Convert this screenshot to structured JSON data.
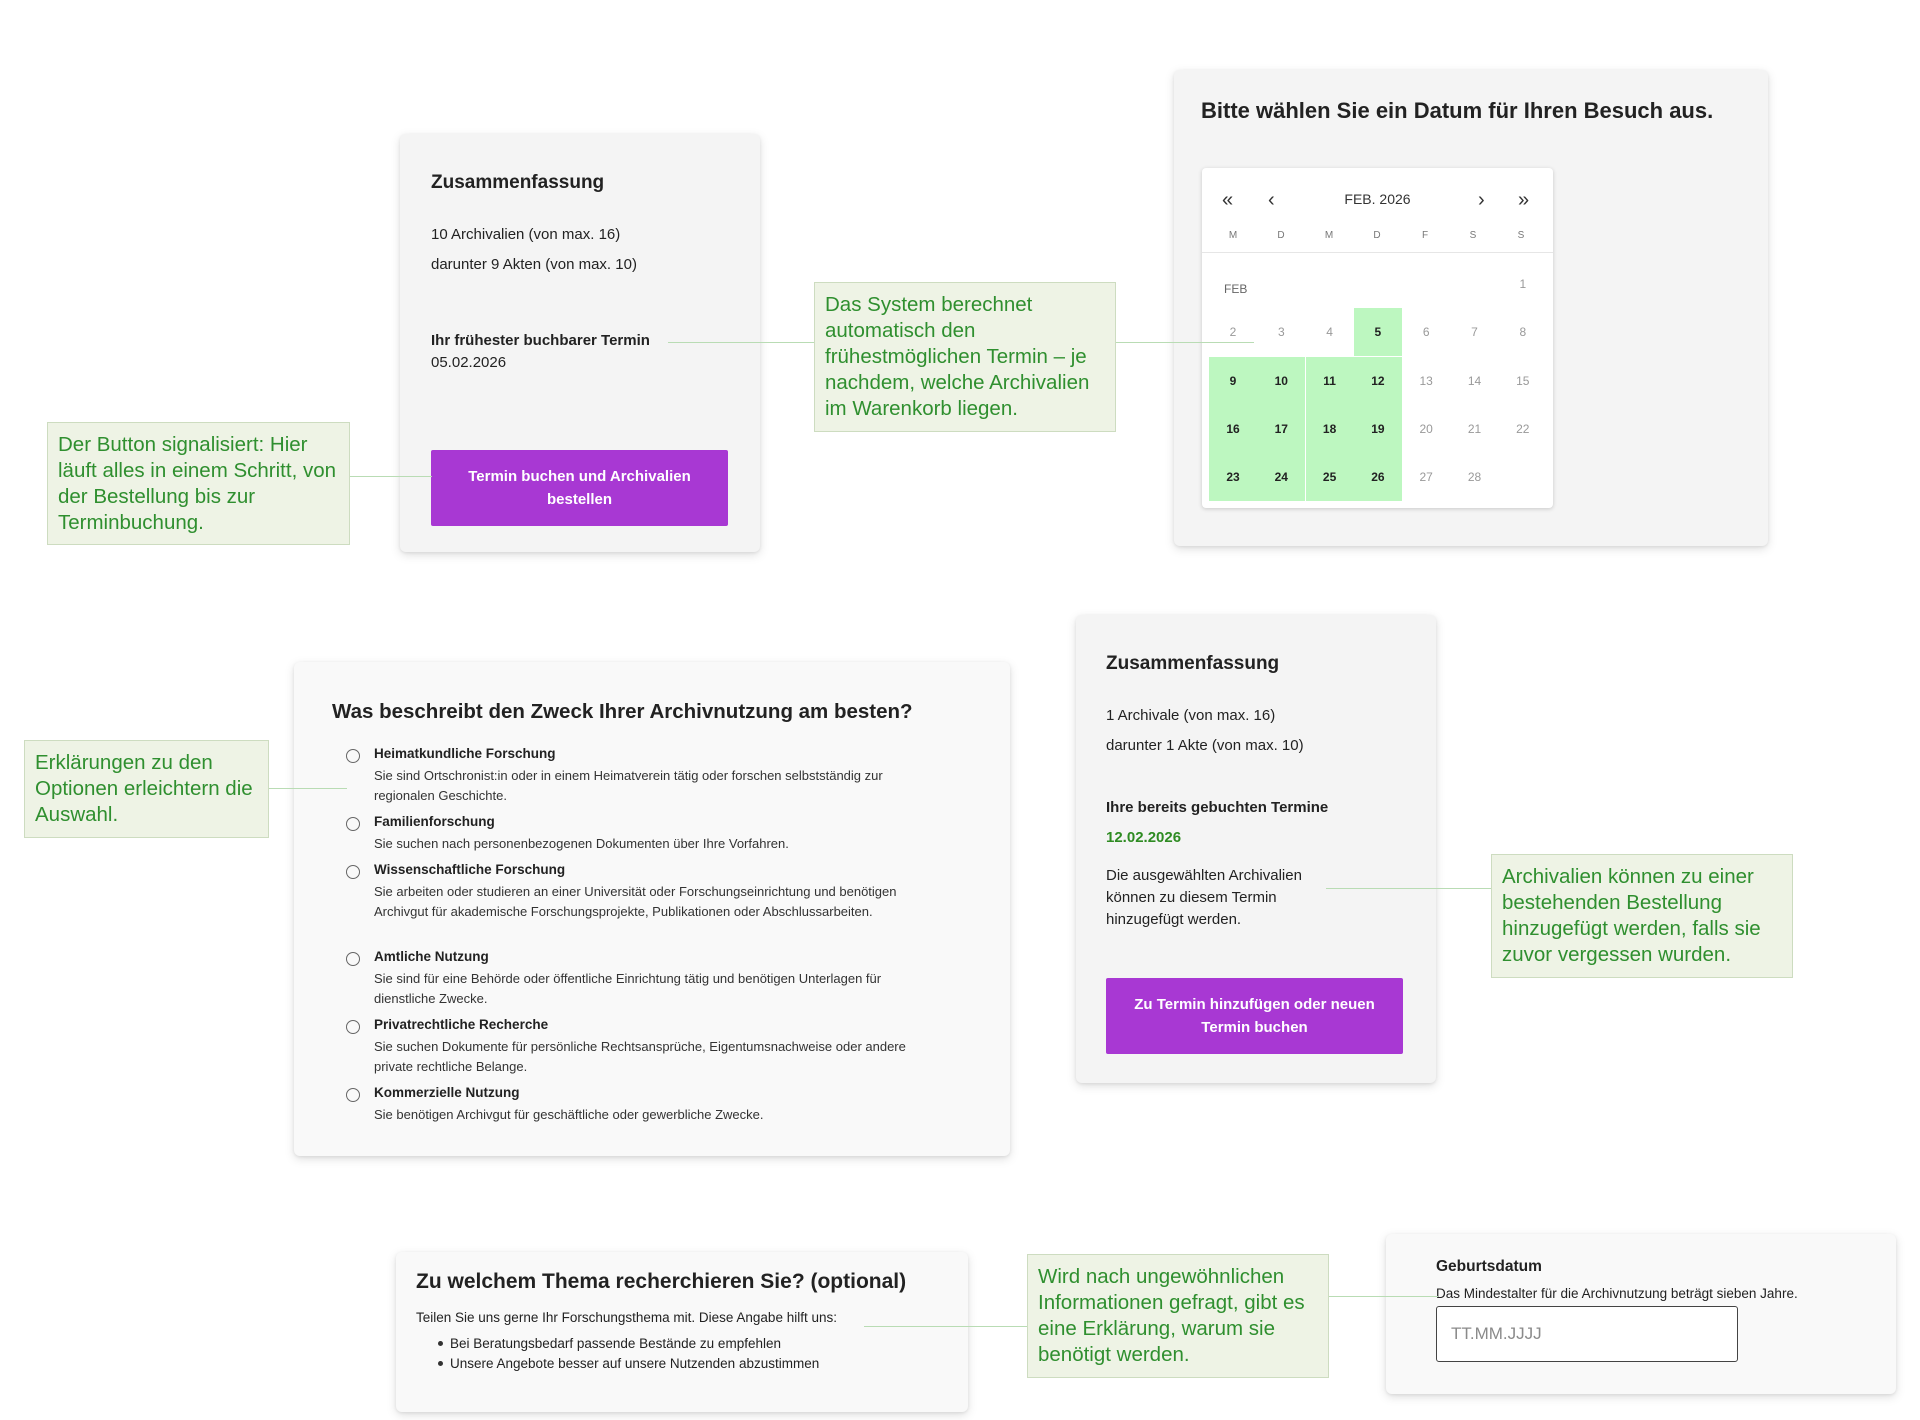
{
  "summary1": {
    "title": "Zusammenfassung",
    "line1": "10 Archivalien (von max. 16)",
    "line2": "darunter 9 Akten (von max. 10)",
    "earliest_label": "Ihr frühester buchbarer Termin",
    "earliest_date": "05.02.2026",
    "button": "Termin buchen und Archivalien bestellen"
  },
  "calendar_card": {
    "title": "Bitte wählen Sie ein Datum für Ihren Besuch aus.",
    "nav": {
      "prev_year": "«",
      "prev": "‹",
      "next": "›",
      "next_year": "»"
    },
    "month_label": "FEB. 2026",
    "weekdays": [
      "M",
      "D",
      "M",
      "D",
      "F",
      "S",
      "S"
    ],
    "month_short": "FEB",
    "days": [
      {
        "n": "1",
        "row": 0,
        "col": 6,
        "avail": false
      },
      {
        "n": "2",
        "row": 1,
        "col": 0,
        "avail": false
      },
      {
        "n": "3",
        "row": 1,
        "col": 1,
        "avail": false
      },
      {
        "n": "4",
        "row": 1,
        "col": 2,
        "avail": false
      },
      {
        "n": "5",
        "row": 1,
        "col": 3,
        "avail": true
      },
      {
        "n": "6",
        "row": 1,
        "col": 4,
        "avail": false
      },
      {
        "n": "7",
        "row": 1,
        "col": 5,
        "avail": false
      },
      {
        "n": "8",
        "row": 1,
        "col": 6,
        "avail": false
      },
      {
        "n": "9",
        "row": 2,
        "col": 0,
        "avail": true
      },
      {
        "n": "10",
        "row": 2,
        "col": 1,
        "avail": true
      },
      {
        "n": "11",
        "row": 2,
        "col": 2,
        "avail": true
      },
      {
        "n": "12",
        "row": 2,
        "col": 3,
        "avail": true
      },
      {
        "n": "13",
        "row": 2,
        "col": 4,
        "avail": false
      },
      {
        "n": "14",
        "row": 2,
        "col": 5,
        "avail": false
      },
      {
        "n": "15",
        "row": 2,
        "col": 6,
        "avail": false
      },
      {
        "n": "16",
        "row": 3,
        "col": 0,
        "avail": true
      },
      {
        "n": "17",
        "row": 3,
        "col": 1,
        "avail": true
      },
      {
        "n": "18",
        "row": 3,
        "col": 2,
        "avail": true
      },
      {
        "n": "19",
        "row": 3,
        "col": 3,
        "avail": true
      },
      {
        "n": "20",
        "row": 3,
        "col": 4,
        "avail": false
      },
      {
        "n": "21",
        "row": 3,
        "col": 5,
        "avail": false
      },
      {
        "n": "22",
        "row": 3,
        "col": 6,
        "avail": false
      },
      {
        "n": "23",
        "row": 4,
        "col": 0,
        "avail": true
      },
      {
        "n": "24",
        "row": 4,
        "col": 1,
        "avail": true
      },
      {
        "n": "25",
        "row": 4,
        "col": 2,
        "avail": true
      },
      {
        "n": "26",
        "row": 4,
        "col": 3,
        "avail": true
      },
      {
        "n": "27",
        "row": 4,
        "col": 4,
        "avail": false
      },
      {
        "n": "28",
        "row": 4,
        "col": 5,
        "avail": false
      }
    ]
  },
  "notes": {
    "button": "Der Button signalisiert: Hier läuft alles in einem Schritt, von der Bestellung bis zur Terminbuchung.",
    "system": "Das System berechnet automatisch den frühestmöglichen Termin – je nachdem, welche Archivalien im Warenkorb liegen.",
    "options": "Erklärungen zu den Optionen erleichtern die Auswahl.",
    "existing": "Archivalien können zu einer bestehenden Bestellung hinzugefügt werden, falls sie zuvor vergessen wurden.",
    "unusual": "Wird nach ungewöhnlichen Informationen gefragt, gibt es eine Erklärung, warum sie benötigt werden."
  },
  "purpose": {
    "title": "Was beschreibt den Zweck Ihrer Archivnutzung am besten?",
    "options": [
      {
        "title": "Heimatkundliche Forschung",
        "desc": "Sie sind Ortschronist:in oder in einem Heimatverein tätig oder forschen selbstständig zur regionalen Geschichte."
      },
      {
        "title": "Familienforschung",
        "desc": "Sie suchen nach personenbezogenen Dokumenten über Ihre Vorfahren."
      },
      {
        "title": "Wissenschaftliche Forschung",
        "desc": "Sie arbeiten oder studieren an einer Universität oder Forschungseinrichtung und benötigen Archivgut für akademische Forschungsprojekte, Publikationen oder Abschlussarbeiten."
      },
      {
        "title": "Amtliche Nutzung",
        "desc": "Sie sind für eine Behörde oder öffentliche Einrichtung tätig und benötigen Unterlagen für dienstliche Zwecke."
      },
      {
        "title": "Privatrechtliche Recherche",
        "desc": "Sie suchen Dokumente für persönliche Rechtsansprüche, Eigentumsnachweise oder andere private rechtliche Belange."
      },
      {
        "title": "Kommerzielle Nutzung",
        "desc": "Sie benötigen Archivgut für geschäftliche oder gewerbliche Zwecke."
      }
    ]
  },
  "summary2": {
    "title": "Zusammenfassung",
    "line1": "1 Archivale (von max. 16)",
    "line2": "darunter 1 Akte (von max. 10)",
    "booked_label": "Ihre bereits gebuchten Termine",
    "booked_date": "12.02.2026",
    "info": "Die ausgewählten Archivalien können zu diesem Termin hinzugefügt werden.",
    "button": "Zu Termin hinzufügen oder neuen Termin buchen",
    "accent": "#2e8b22"
  },
  "topic": {
    "title": "Zu welchem Thema recherchieren Sie? (optional)",
    "intro": "Teilen Sie uns gerne Ihr Forschungsthema mit. Diese Angabe hilft uns:",
    "bullets": [
      "Bei Beratungsbedarf passende Bestände zu empfehlen",
      "Unsere Angebote besser auf unsere Nutzenden abzustimmen"
    ]
  },
  "birth": {
    "label": "Geburtsdatum",
    "hint": "Das Mindestalter für die Archivnutzung beträgt sieben Jahre.",
    "placeholder": "TT.MM.JJJJ"
  },
  "colors": {
    "button": "#a838d3",
    "available_day": "#bdf7c0",
    "note_text": "#2f8f2f",
    "note_bg": "#eef3e5"
  }
}
